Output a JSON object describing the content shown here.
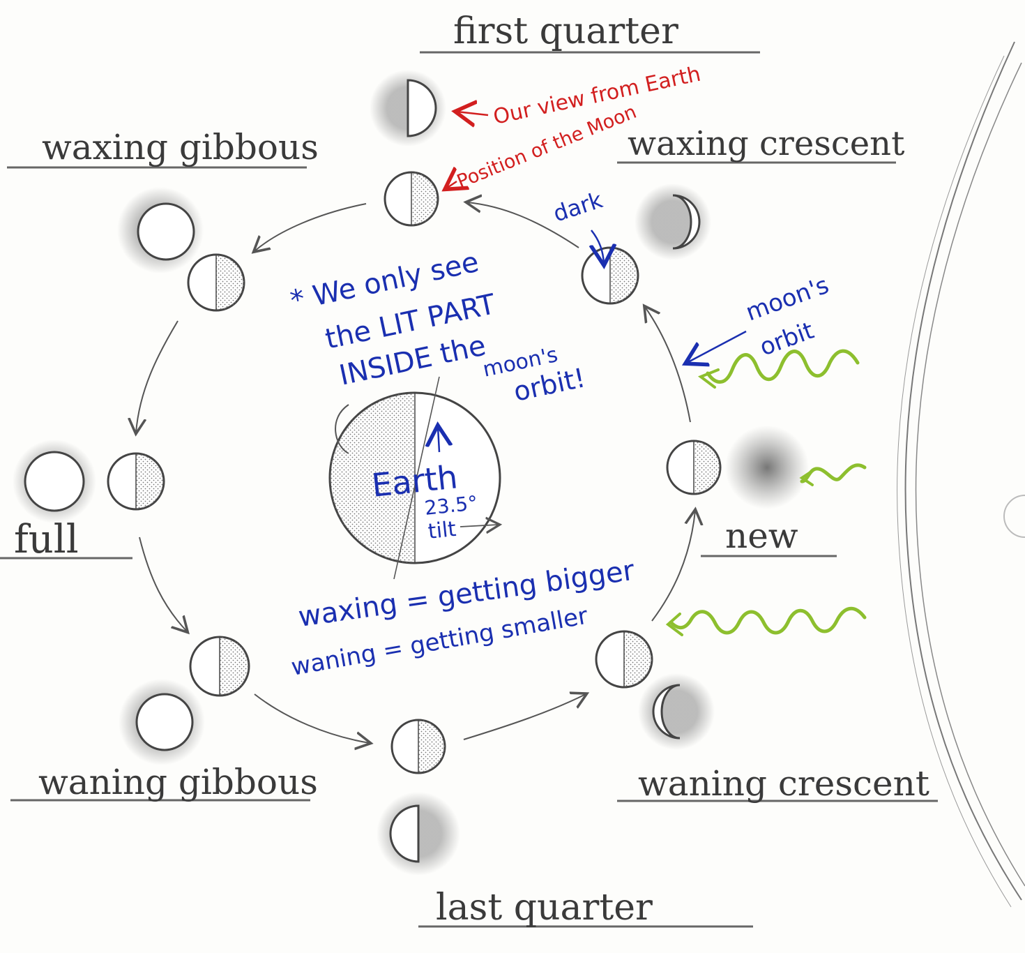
{
  "labels": {
    "first_quarter": "first quarter",
    "waxing_gibbous": "waxing gibbous",
    "waxing_crescent": "waxing crescent",
    "full": "full",
    "new": "new",
    "waning_gibbous": "waning gibbous",
    "waning_crescent": "waning crescent",
    "last_quarter": "last quarter"
  },
  "annotations": {
    "our_view": "Our view from Earth",
    "position": "Position of the Moon",
    "dark": "dark",
    "lit_part_1": "* We only see",
    "lit_part_2": "the LIT PART",
    "lit_part_3": "INSIDE the",
    "lit_part_4": "moon's",
    "lit_part_5": "orbit!",
    "moons_orbit_1": "moon's",
    "moons_orbit_2": "orbit",
    "earth": "Earth",
    "tilt_value": "23.5°",
    "tilt_word": "tilt",
    "waxing_def": "waxing = getting bigger",
    "waning_def": "waning = getting smaller"
  },
  "colors": {
    "pencil": "#4a4a4a",
    "blue_ink": "#1a2fb0",
    "red_ink": "#d21f1f",
    "green_ink": "#8dbf2e"
  }
}
